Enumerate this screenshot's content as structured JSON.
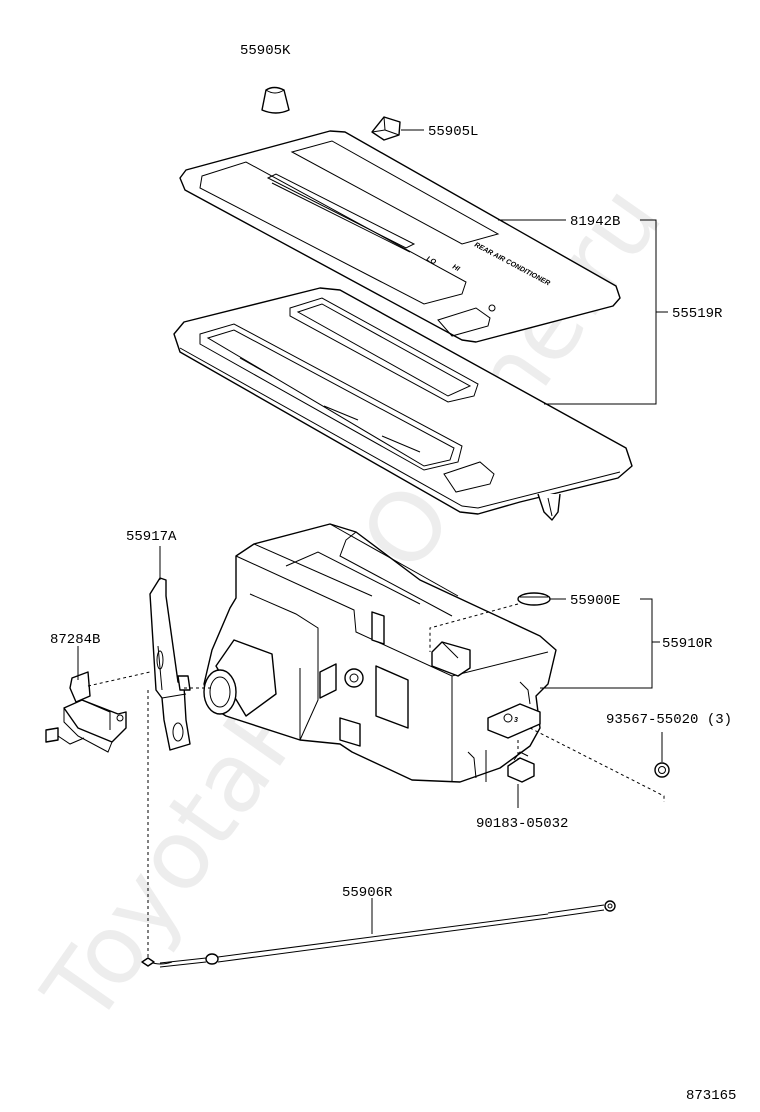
{
  "watermark": "ToyotaPartsOnline.ru",
  "diagram_id": "873165",
  "panel_text": {
    "rear_ac": "REAR AIR CONDITIONER",
    "lo": "LO",
    "hi": "HI"
  },
  "labels": {
    "knob_k": "55905K",
    "knob_l": "55905L",
    "plate": "81942B",
    "panel_assy": "55519R",
    "lever": "55917A",
    "switch": "87284B",
    "bulb": "55900E",
    "base_assy": "55910R",
    "screw": "93567-55020 (3)",
    "nut": "90183-05032",
    "cable": "55906R"
  }
}
